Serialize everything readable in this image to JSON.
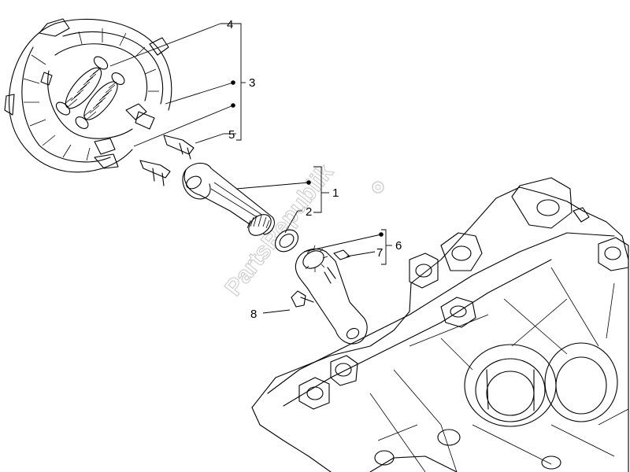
{
  "watermark": "PartsRepublik",
  "callouts": {
    "c1": "1",
    "c2": "2",
    "c3": "3",
    "c4": "4",
    "c5": "5",
    "c6": "6",
    "c7": "7",
    "c8": "8"
  }
}
